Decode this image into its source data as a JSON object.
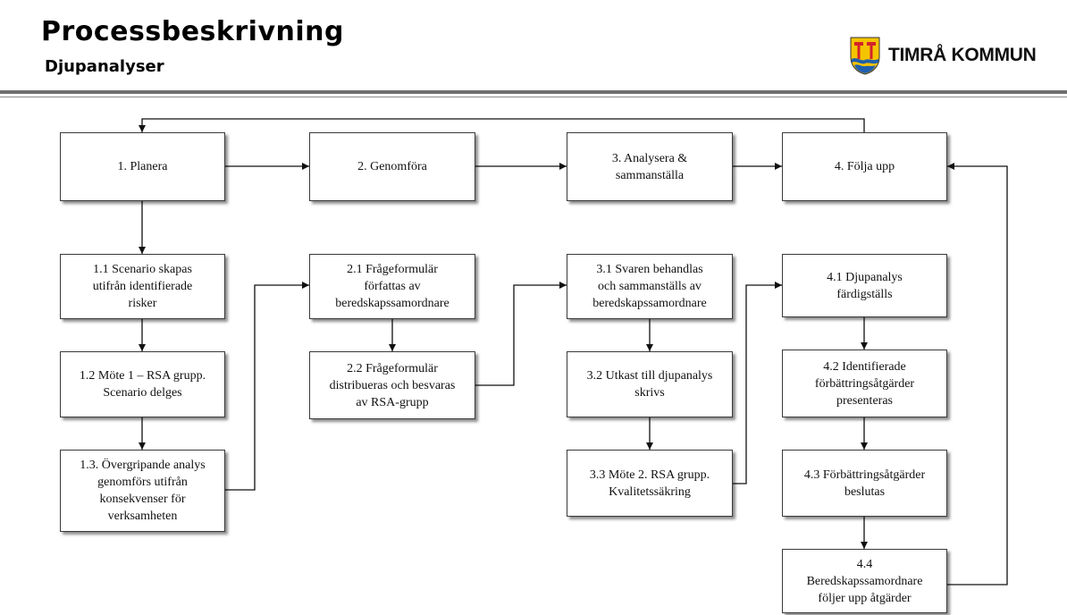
{
  "header": {
    "title": "Processbeskrivning",
    "subtitle": "Djupanalyser"
  },
  "logo": {
    "icon": "coat-of-arms-shield-icon",
    "name": "TIMRÅ KOMMUN",
    "colors": {
      "shield_yellow": "#f5c400",
      "shield_red": "#d2232a",
      "shield_blue": "#1f5fae"
    }
  },
  "steps": [
    {
      "id": "1",
      "label": "1. Planera"
    },
    {
      "id": "2",
      "label": "2. Genomföra"
    },
    {
      "id": "3",
      "label": "3. Analysera &\nsammanställa"
    },
    {
      "id": "4",
      "label": "4. Följa upp"
    }
  ],
  "substeps": {
    "planera": [
      {
        "id": "1.1",
        "label": "1.1 Scenario skapas\nutifrån identifierade\nrisker"
      },
      {
        "id": "1.2",
        "label": "1.2 Möte 1 – RSA grupp.\nScenario delges"
      },
      {
        "id": "1.3",
        "label": "1.3. Övergripande analys\ngenomförs utifrån\nkonsekvenser för\nverksamheten"
      }
    ],
    "genomfora": [
      {
        "id": "2.1",
        "label": "2.1 Frågeformulär\nförfattas av\nberedskapssamordnare"
      },
      {
        "id": "2.2",
        "label": "2.2 Frågeformulär\ndistribueras och besvaras\nav RSA-grupp"
      }
    ],
    "analysera": [
      {
        "id": "3.1",
        "label": "3.1 Svaren behandlas\noch sammanställs av\nberedskapssamordnare"
      },
      {
        "id": "3.2",
        "label": "3.2 Utkast till djupanalys\nskrivs"
      },
      {
        "id": "3.3",
        "label": "3.3 Möte 2. RSA grupp.\nKvalitetssäkring"
      }
    ],
    "folja_upp": [
      {
        "id": "4.1",
        "label": "4.1 Djupanalys\nfärdigställs"
      },
      {
        "id": "4.2",
        "label": "4.2 Identifierade\nförbättringsåtgärder\npresenteras"
      },
      {
        "id": "4.3",
        "label": "4.3 Förbättringsåtgärder\nbeslutas"
      },
      {
        "id": "4.4",
        "label": "4.4\nBeredskapssamordnare\nföljer upp åtgärder"
      }
    ]
  }
}
